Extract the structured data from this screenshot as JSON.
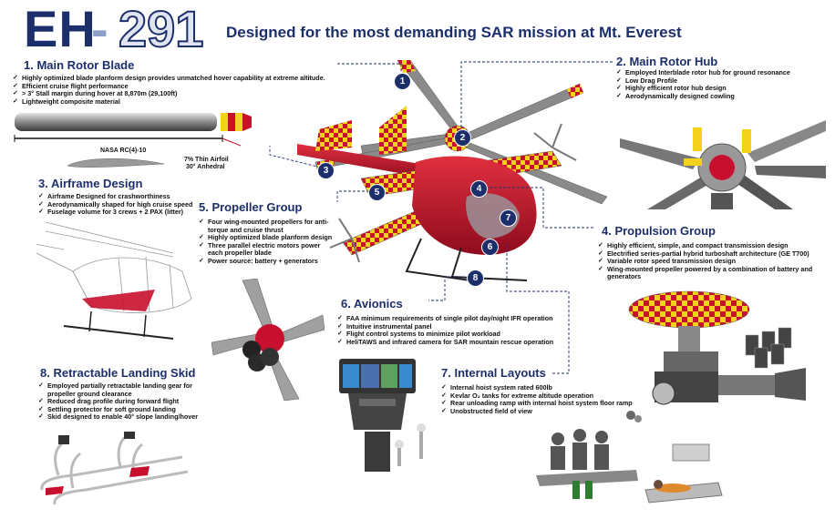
{
  "header": {
    "brand_prefix": "EH",
    "brand_dash": "-",
    "brand_number": "291",
    "subtitle": "Designed for the most demanding SAR mission at Mt. Everest"
  },
  "sections": {
    "s1": {
      "title": "1. Main Rotor Blade",
      "bullets": [
        "Highly optimized blade planform design provides unmatched hover capability at extreme altitude.",
        "Efficient cruise flight performance",
        "> 3° Stall margin during hover at 8,870m (29,100ft)",
        "Lightweight composite material"
      ],
      "airfoil_label": "NASA RC(4)-10",
      "airfoil_note_1": "7% Thin Airfoil",
      "airfoil_note_2": "30° Anhedral"
    },
    "s2": {
      "title": "2. Main Rotor Hub",
      "bullets": [
        "Employed Interblade rotor hub for ground resonance",
        "Low Drag Profile",
        "Highly efficient rotor hub design",
        "Aerodynamically designed cowling"
      ]
    },
    "s3": {
      "title": "3. Airframe Design",
      "bullets": [
        "Airframe Designed for crashworthiness",
        "Aerodynamically shaped for high cruise speed",
        "Fuselage volume for 3 crews + 2 PAX (litter)"
      ]
    },
    "s4": {
      "title": "4. Propulsion Group",
      "bullets": [
        "Highly efficient, simple, and compact transmission design",
        "Electrified series-partial hybrid turboshaft architecture (GE T700)",
        "Variable rotor speed transmission design",
        "Wing-mounted propeller powered by a combination of battery and generators"
      ]
    },
    "s5": {
      "title": "5. Propeller Group",
      "bullets": [
        "Four wing-mounted propellers for anti-torque and cruise thrust",
        "Highly optimized blade planform design",
        "Three parallel electric motors power each propeller blade",
        "Power source: battery + generators"
      ]
    },
    "s6": {
      "title": "6. Avionics",
      "bullets": [
        "FAA minimum requirements of single pilot day/night IFR operation",
        "Intuitive instrumental panel",
        "Flight control systems to minimize pilot workload",
        "HeliTAWS and infrared camera for SAR mountain rescue operation"
      ]
    },
    "s7": {
      "title": "7. Internal Layouts",
      "bullets": [
        "Internal hoist system rated 600lb",
        "Kevlar O₂ tanks for extreme altitude operation",
        "Rear unloading ramp with internal hoist system floor ramp",
        "Unobstructed field of view"
      ]
    },
    "s8": {
      "title": "8. Retractable Landing Skid",
      "bullets": [
        "Employed partially retractable landing gear for propeller ground clearance",
        "Reduced drag profile during forward flight",
        "Settling protector for soft ground landing",
        "Skid designed to enable 40° slope landing/hover"
      ]
    }
  },
  "callouts": [
    "1",
    "2",
    "3",
    "4",
    "5",
    "6",
    "7",
    "8"
  ],
  "colors": {
    "navy": "#1c2f6b",
    "heli_red": "#c8102e",
    "checker_yellow": "#f2d21b"
  }
}
